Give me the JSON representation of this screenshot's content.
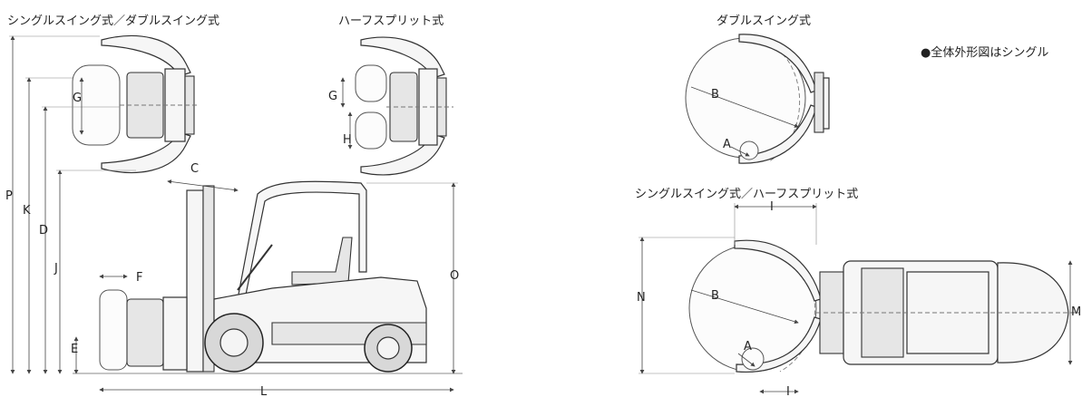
{
  "titles": {
    "single_double": "シングルスイング式／ダブルスイング式",
    "half_split": "ハーフスプリット式",
    "double_swing": "ダブルスイング式",
    "single_half": "シングルスイング式／ハーフスプリット式"
  },
  "note": "●全体外形図はシングル",
  "dimensions": {
    "P": "P",
    "K": "K",
    "D": "D",
    "J": "J",
    "E": "E",
    "F": "F",
    "C": "C",
    "L": "L",
    "O": "O",
    "G": "G",
    "H": "H",
    "I": "I",
    "N": "N",
    "M": "M",
    "A": "A",
    "B": "B"
  }
}
